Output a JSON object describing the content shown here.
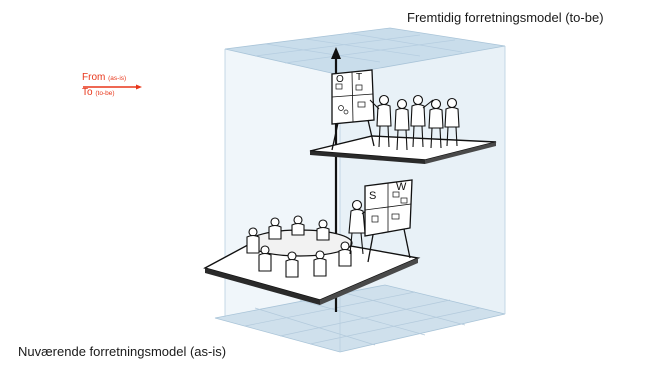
{
  "labels": {
    "future_model": "Fremtidig forretningsmodel (to-be)",
    "current_model": "Nuværende forretningsmodel (as-is)"
  },
  "legend": {
    "from_word": "From",
    "from_sub": "(as-is)",
    "to_word": "To",
    "to_sub": "(to-be)"
  },
  "board_letters": {
    "top_left": "O",
    "top_right": "T",
    "bottom_left": "S",
    "bottom_right": "W"
  },
  "colors": {
    "legend_red": "#e8361a",
    "glass_blue": "#cfe0ec",
    "line_dark": "#111111"
  }
}
